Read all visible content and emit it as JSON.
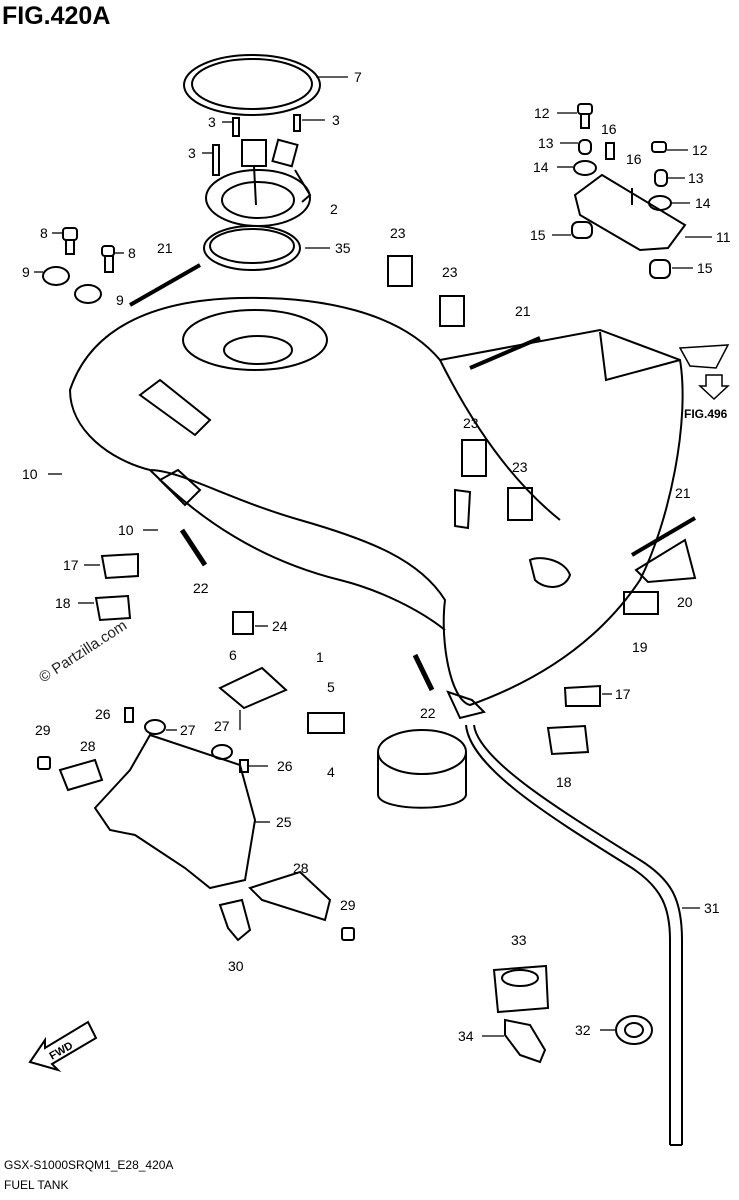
{
  "figure": {
    "title": "FIG.420A",
    "model_code": "GSX-S1000SRQM1_E28_420A",
    "caption": "FUEL TANK",
    "watermark": "© Partzilla.com",
    "ref_label": "FIG.496",
    "fwd_label": "FWD"
  },
  "callouts": [
    {
      "id": "c7",
      "text": "7"
    },
    {
      "id": "c3a",
      "text": "3"
    },
    {
      "id": "c3b",
      "text": "3"
    },
    {
      "id": "c3c",
      "text": "3"
    },
    {
      "id": "c2",
      "text": "2"
    },
    {
      "id": "c35",
      "text": "35"
    },
    {
      "id": "c12a",
      "text": "12"
    },
    {
      "id": "c13a",
      "text": "13"
    },
    {
      "id": "c16a",
      "text": "16"
    },
    {
      "id": "c14a",
      "text": "14"
    },
    {
      "id": "c16b",
      "text": "16"
    },
    {
      "id": "c12b",
      "text": "12"
    },
    {
      "id": "c13b",
      "text": "13"
    },
    {
      "id": "c14b",
      "text": "14"
    },
    {
      "id": "c15a",
      "text": "15"
    },
    {
      "id": "c11",
      "text": "11"
    },
    {
      "id": "c15b",
      "text": "15"
    },
    {
      "id": "c8a",
      "text": "8"
    },
    {
      "id": "c8b",
      "text": "8"
    },
    {
      "id": "c9a",
      "text": "9"
    },
    {
      "id": "c9b",
      "text": "9"
    },
    {
      "id": "c21a",
      "text": "21"
    },
    {
      "id": "c23a",
      "text": "23"
    },
    {
      "id": "c23b",
      "text": "23"
    },
    {
      "id": "c21b",
      "text": "21"
    },
    {
      "id": "c23c",
      "text": "23"
    },
    {
      "id": "c23d",
      "text": "23"
    },
    {
      "id": "c10a",
      "text": "10"
    },
    {
      "id": "c10b",
      "text": "10"
    },
    {
      "id": "c21c",
      "text": "21"
    },
    {
      "id": "c20",
      "text": "20"
    },
    {
      "id": "c19",
      "text": "19"
    },
    {
      "id": "c17a",
      "text": "17"
    },
    {
      "id": "c18a",
      "text": "18"
    },
    {
      "id": "c22a",
      "text": "22"
    },
    {
      "id": "c24",
      "text": "24"
    },
    {
      "id": "c6",
      "text": "6"
    },
    {
      "id": "c1",
      "text": "1"
    },
    {
      "id": "c5",
      "text": "5"
    },
    {
      "id": "c22b",
      "text": "22"
    },
    {
      "id": "c17b",
      "text": "17"
    },
    {
      "id": "c18b",
      "text": "18"
    },
    {
      "id": "c29a",
      "text": "29"
    },
    {
      "id": "c26a",
      "text": "26"
    },
    {
      "id": "c27a",
      "text": "27"
    },
    {
      "id": "c28a",
      "text": "28"
    },
    {
      "id": "c27b",
      "text": "27"
    },
    {
      "id": "c26b",
      "text": "26"
    },
    {
      "id": "c4",
      "text": "4"
    },
    {
      "id": "c25",
      "text": "25"
    },
    {
      "id": "c28b",
      "text": "28"
    },
    {
      "id": "c29b",
      "text": "29"
    },
    {
      "id": "c30",
      "text": "30"
    },
    {
      "id": "c31",
      "text": "31"
    },
    {
      "id": "c33",
      "text": "33"
    },
    {
      "id": "c34",
      "text": "34"
    },
    {
      "id": "c32",
      "text": "32"
    }
  ]
}
